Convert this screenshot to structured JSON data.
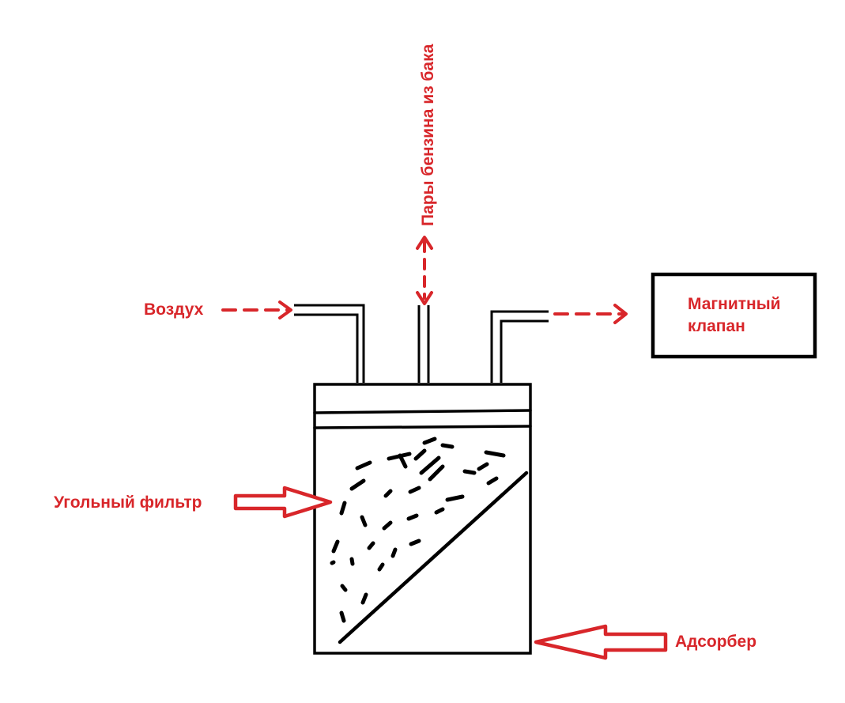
{
  "labels": {
    "air": "Воздух",
    "fuel_vapors": "Пары бензина из бака",
    "solenoid_line1": "Магнитный",
    "solenoid_line2": "клапан",
    "carbon_filter": "Угольный фильтр",
    "adsorber": "Адсорбер"
  },
  "colors": {
    "annotation": "#d8262a",
    "outline": "#000000",
    "background": "#ffffff"
  }
}
